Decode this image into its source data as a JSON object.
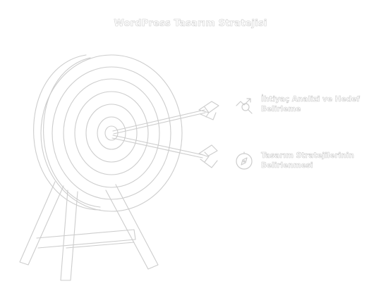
{
  "title": "WordPress Tasarım Stratejisi",
  "items": [
    {
      "label": "İhtiyaç Analizi ve Hedef Belirleme",
      "icon": "chart-search-icon"
    },
    {
      "label": "Tasarım Stratejilerinin Belirlenmesi",
      "icon": "compass-icon"
    }
  ],
  "colors": {
    "background": "#ffffff",
    "outline": "#cfcfcf"
  }
}
